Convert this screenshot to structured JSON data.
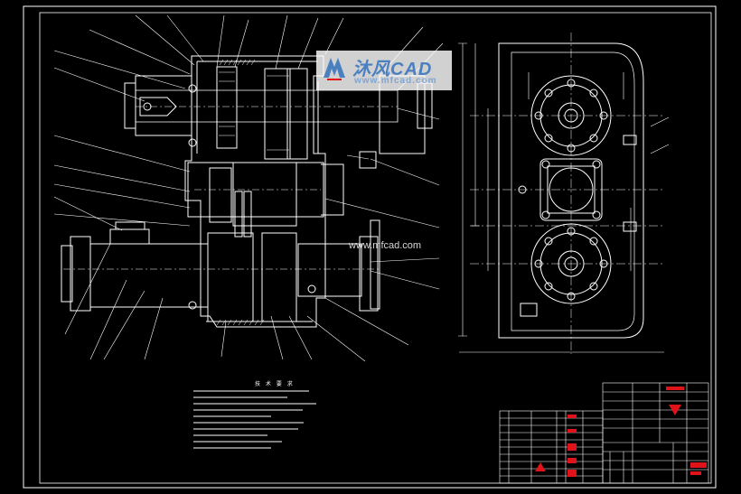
{
  "watermark": {
    "brand": "沐风CAD",
    "url": "www.mfcad.com",
    "url_secondary": "www.mfcad.com"
  },
  "notes": {
    "title": "技 术 要 求"
  },
  "colors": {
    "background": "#000000",
    "lines": "#ffffff",
    "accent_red": "#e0121a",
    "watermark_blue": "#4a7fc0"
  }
}
